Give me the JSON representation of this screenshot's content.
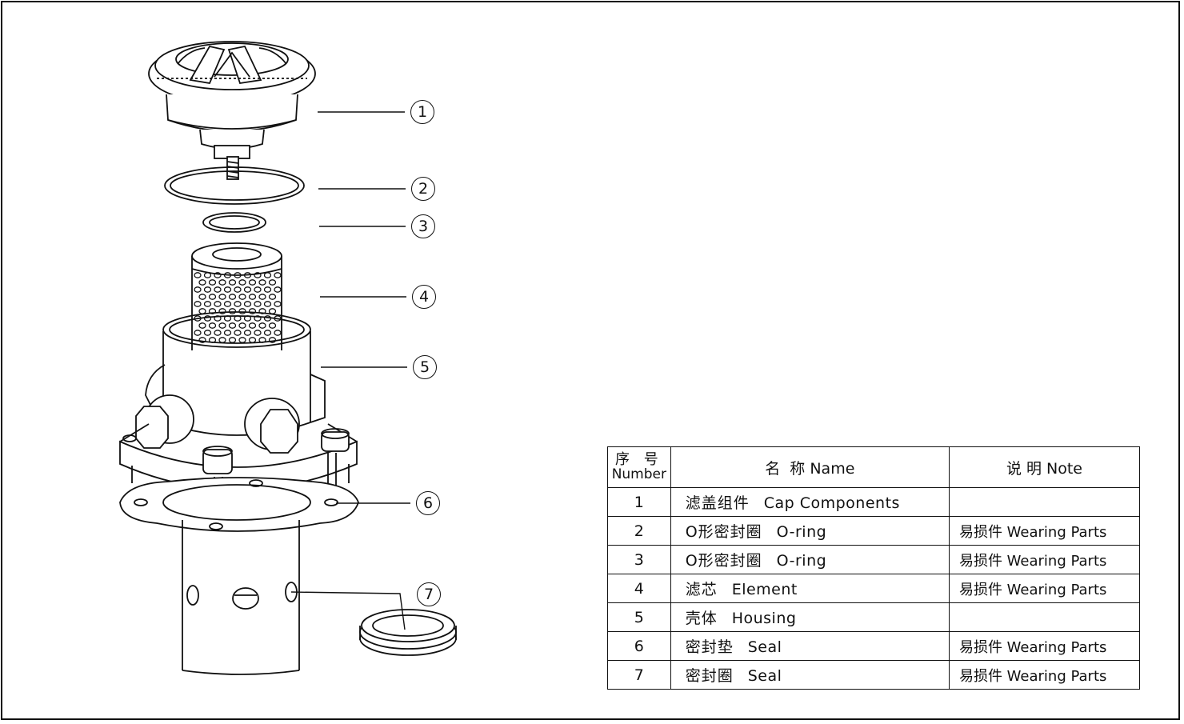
{
  "callouts": [
    "1",
    "2",
    "3",
    "4",
    "5",
    "6",
    "7"
  ],
  "table": {
    "header": {
      "number_cn": "序 号",
      "number_en": "Number",
      "name": "名  称 Name",
      "note": "说 明 Note"
    },
    "rows": [
      {
        "num": "1",
        "name_cn": "滤盖组件",
        "name_en": "Cap Components",
        "note": ""
      },
      {
        "num": "2",
        "name_cn": "O形密封圈",
        "name_en": "O-ring",
        "note": "易损件 Wearing Parts"
      },
      {
        "num": "3",
        "name_cn": "O形密封圈",
        "name_en": "O-ring",
        "note": "易损件 Wearing Parts"
      },
      {
        "num": "4",
        "name_cn": "滤芯",
        "name_en": "Element",
        "note": "易损件 Wearing Parts"
      },
      {
        "num": "5",
        "name_cn": "壳体",
        "name_en": "Housing",
        "note": ""
      },
      {
        "num": "6",
        "name_cn": "密封垫",
        "name_en": "Seal",
        "note": "易损件 Wearing Parts"
      },
      {
        "num": "7",
        "name_cn": "密封圈",
        "name_en": "Seal",
        "note": "易损件 Wearing Parts"
      }
    ]
  }
}
